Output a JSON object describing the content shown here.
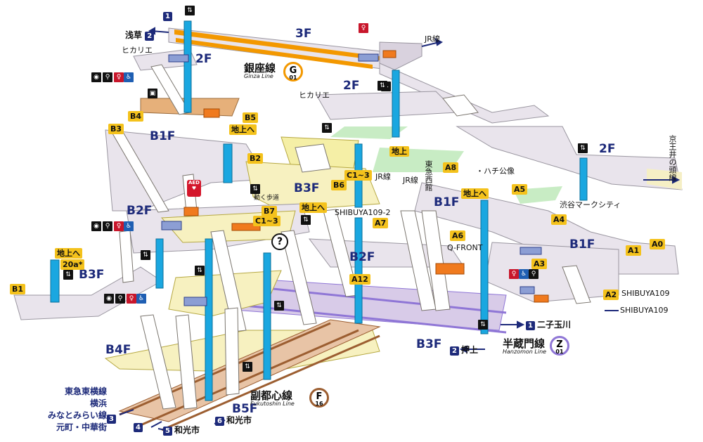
{
  "floors": {
    "f3": "3F",
    "f2_left": "2F",
    "f2_mid": "2F",
    "f2_right": "2F",
    "b1_left": "B1F",
    "b1_mid": "B1F",
    "b1_right": "B1F",
    "b2_left": "B2F",
    "b2_mid": "B2F",
    "b3_center": "B3F",
    "b3_left": "B3F",
    "b3_bottom": "B3F",
    "b4": "B4F",
    "b5": "B5F"
  },
  "lines": {
    "ginza": {
      "name": "銀座線",
      "sub": "Ginza Line",
      "letter": "G",
      "num": "01",
      "color": "#f39800"
    },
    "hanzomon": {
      "name": "半蔵門線",
      "sub": "Hanzomon Line",
      "letter": "Z",
      "num": "01",
      "color": "#8f76d6"
    },
    "fukutoshin": {
      "name": "副都心線",
      "sub": "Fukutoshin Line",
      "letter": "F",
      "num": "16",
      "color": "#9c5e31"
    }
  },
  "platforms": {
    "p1": "1",
    "p2_asakusa": "浅草",
    "p2": "2",
    "p1_futako": "二子玉川",
    "p1_num": "1",
    "p2_oshiage": "押上",
    "p2_num": "2",
    "p3": "3",
    "p4": "4",
    "p5": "5",
    "p6": "6",
    "p5_dest": "和光市",
    "p6_dest": "和光市"
  },
  "tokyu": {
    "l1": "東急東横線",
    "l2": "横浜",
    "l3": "みなとみらい線",
    "l4": "元町・中華街"
  },
  "exits": {
    "B1": "B1",
    "B2": "B2",
    "B3": "B3",
    "B4": "B4",
    "B5": "B5",
    "B6": "B6",
    "B7": "B7",
    "C13a": "C1~3",
    "C13b": "C1~3",
    "A0": "A0",
    "A1": "A1",
    "A2": "A2",
    "A3": "A3",
    "A4": "A4",
    "A5": "A5",
    "A6": "A6",
    "A7": "A7",
    "A8": "A8",
    "A12": "A12",
    "chijo_a": "地上へ",
    "chijo_b": "地上へ",
    "chijo_c": "地上へ",
    "chijo_d": "地上へ",
    "chika": "地上",
    "e20a": "20a*"
  },
  "places": {
    "hikarie_top": "ヒカリエ",
    "hikarie_mid": "ヒカリエ",
    "jr_top": "JR線",
    "jr_a": "JR線",
    "jr_b": "JR線",
    "toyoko_nishi": "東急西館",
    "hachiko": "・ハチ公像",
    "mark_city": "渋谷マークシティ",
    "keio": "京王井の頭線",
    "shibuya109_2": "SHIBUYA109-2",
    "shibuya109_a2": "SHIBUYA109",
    "shibuya109_b": "SHIBUYA109",
    "qfront": "Q-FRONT",
    "walkway": "動く歩道",
    "aed": "AED"
  },
  "icons": {
    "elevator": "elevator-icon",
    "restroom": "restroom-icon",
    "accessible": "wheelchair-icon",
    "baby": "baby-icon",
    "aed": "aed-icon",
    "help": "help-icon"
  },
  "colors": {
    "ginza_orange": "#f39800",
    "hanzomon_purple": "#8f76d6",
    "fukutoshin_brown": "#9c5e31",
    "floor_label": "#1d2a7a",
    "exit_yellow": "#f4c21c",
    "shaft_blue": "#1aa7e0",
    "green_floor": "#c8ecc4"
  }
}
